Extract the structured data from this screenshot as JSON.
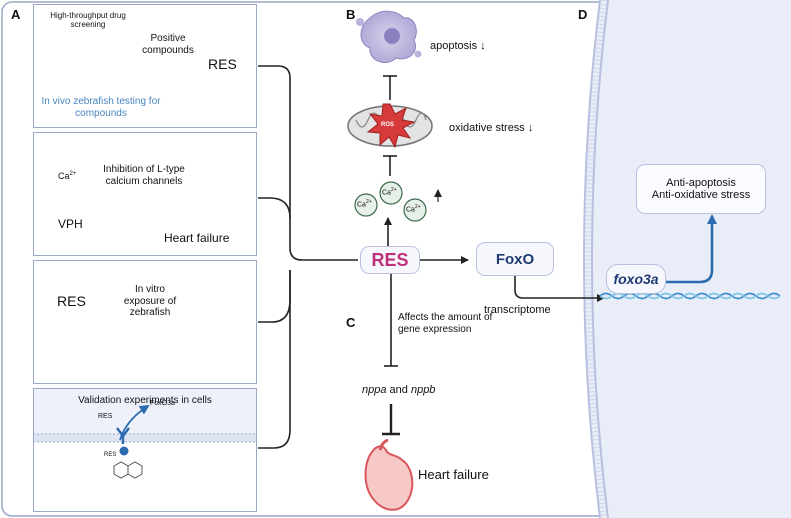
{
  "panel_labels": {
    "a": "A",
    "b": "B",
    "c": "C",
    "d": "D"
  },
  "panel_a": {
    "box1": {
      "title": "High-throughput drug screening",
      "arrow_label": "Positive compounds",
      "result": "RES",
      "caption": "In vivo zebrafish testing for compounds"
    },
    "box2": {
      "ion": "Ca",
      "ion_charge": "2+",
      "blocker": "VPH",
      "arrow_label": "Inhibition of L-type calcium channels",
      "outcome": "Heart failure"
    },
    "box3": {
      "compound": "RES",
      "arrow_label": "In vitro exposure of zebrafish"
    },
    "box4": {
      "title": "Validation experiments in cells",
      "res_label": "RES",
      "target": "FoxO3a",
      "res_label_2": "RES"
    }
  },
  "panel_b": {
    "apoptosis": "apoptosis ↓",
    "ros": "ROS",
    "oxidative_stress": "oxidative stress ↓",
    "ion": "Ca",
    "ion_charge": "2+",
    "up_arrow": "↑"
  },
  "center": {
    "res": "RES",
    "foxo": "FoxO",
    "transcriptome": "transcriptome"
  },
  "panel_c": {
    "effect": "Affects the amount of gene expression",
    "genes_a": "nppa",
    "genes_and": " and ",
    "genes_b": "nppb",
    "outcome": "Heart failure"
  },
  "panel_d": {
    "gene": "foxo3a",
    "effect_line1": "Anti-apoptosis",
    "effect_line2": "Anti-oxidative stress"
  },
  "colors": {
    "frame": "#9aa8c8",
    "res_pink": "#c0307a",
    "foxo_navy": "#1f3a72",
    "arrow_blue": "#2d6bb0",
    "nucleus_fill": "#e9edf8",
    "heart_red": "#e2575a"
  }
}
